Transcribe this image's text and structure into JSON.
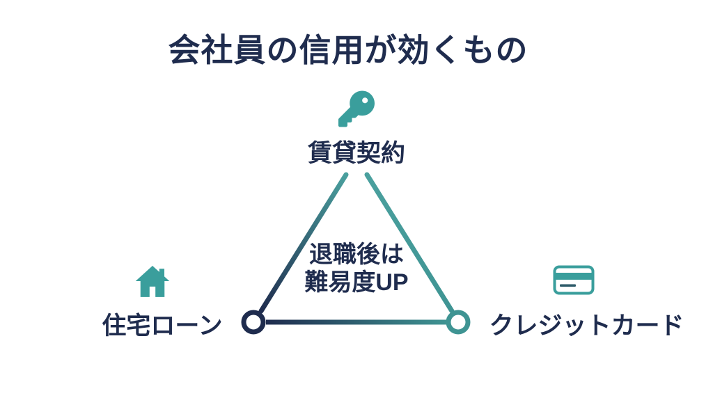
{
  "slide": {
    "title": "会社員の信用が効くもの",
    "nodes": {
      "top": {
        "label": "賃貸契約",
        "icon": "key-icon"
      },
      "left": {
        "label": "住宅ローン",
        "icon": "house-icon"
      },
      "right": {
        "label": "クレジットカード",
        "icon": "credit-card-icon"
      }
    },
    "center_note": {
      "line1": "退職後は",
      "line2": "難易度UP"
    },
    "colors": {
      "navy": "#1f2c4e",
      "teal_icon": "#3a9e9c",
      "teal_line": "#3f9493",
      "teal_light": "#4aa09e",
      "card_dash": "#2c5a68",
      "background": "#ffffff"
    }
  }
}
